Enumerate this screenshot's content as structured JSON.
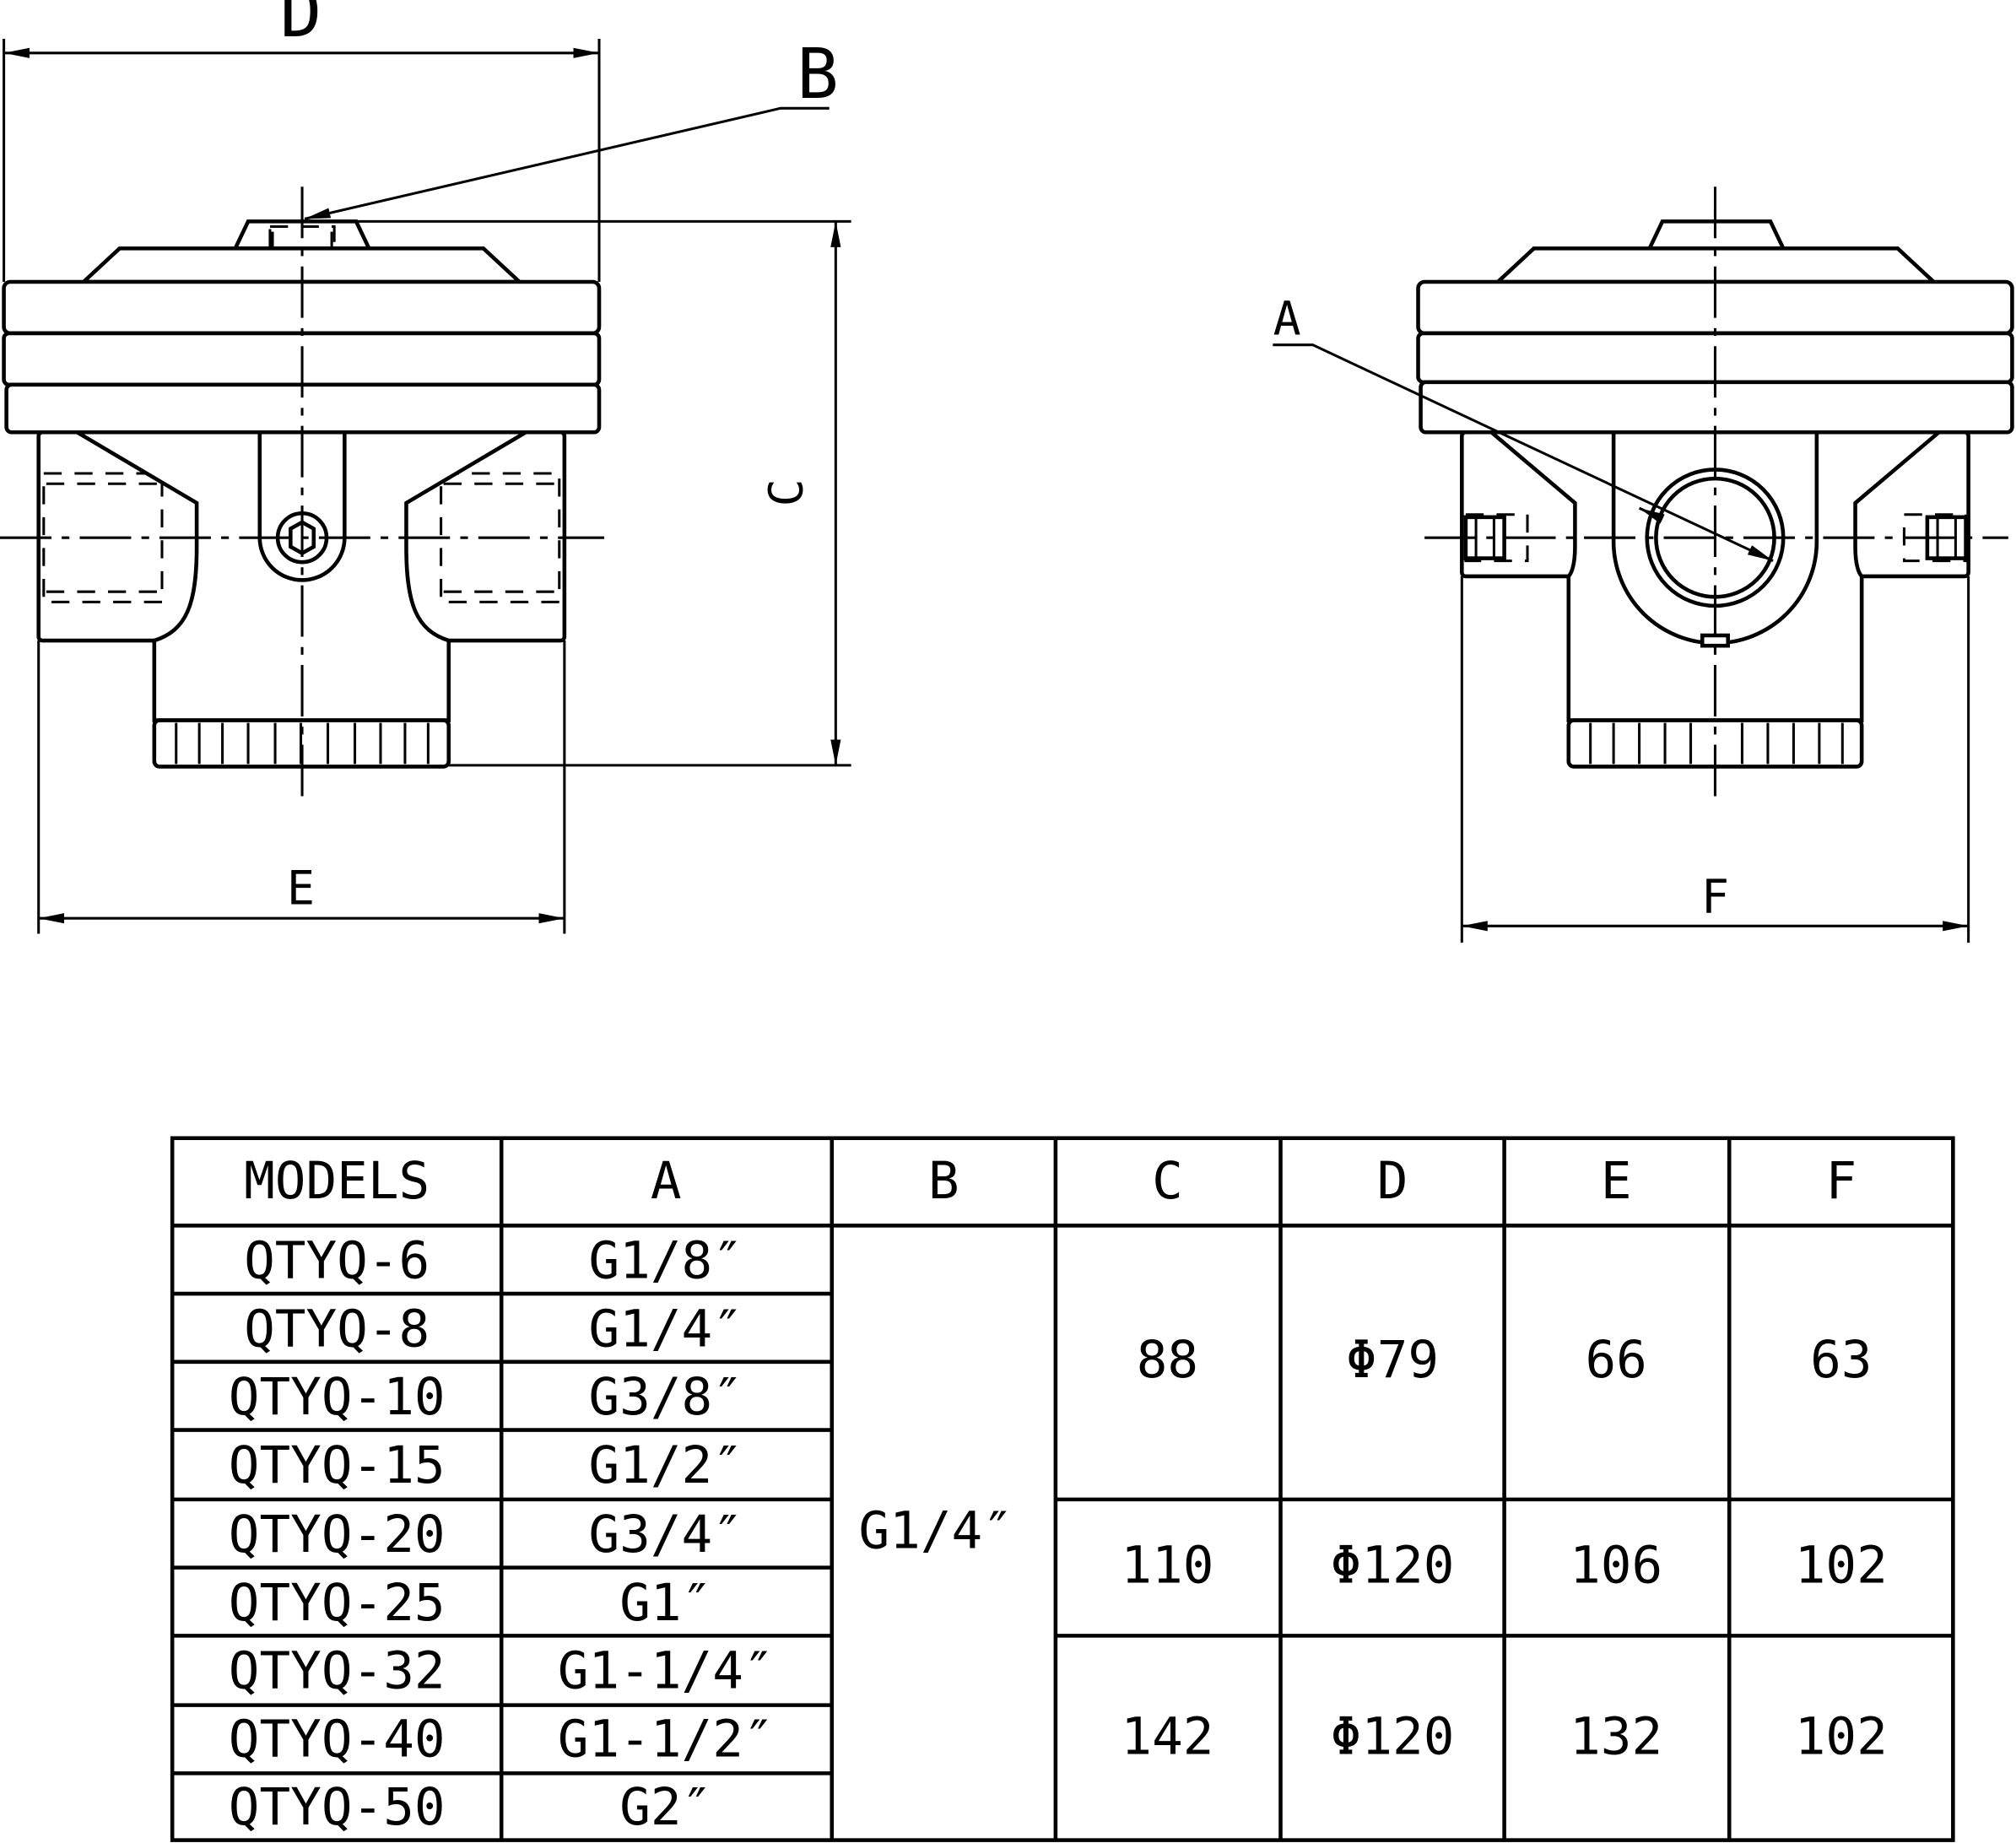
{
  "dimension_labels": {
    "A": "A",
    "B": "B",
    "C": "C",
    "D": "D",
    "E": "E",
    "F": "F"
  },
  "table": {
    "headers": [
      "MODELS",
      "A",
      "B",
      "C",
      "D",
      "E",
      "F"
    ],
    "models": [
      "QTYQ-6",
      "QTYQ-8",
      "QTYQ-10",
      "QTYQ-15",
      "QTYQ-20",
      "QTYQ-25",
      "QTYQ-32",
      "QTYQ-40",
      "QTYQ-50"
    ],
    "a_values": [
      "G1/8″",
      "G1/4″",
      "G3/8″",
      "G1/2″",
      "G3/4″",
      "G1″",
      "G1-1/4″",
      "G1-1/2″",
      "G2″"
    ],
    "b_value": "G1/4″",
    "groups": [
      {
        "c": "88",
        "d": "Φ79",
        "e": "66",
        "f": "63"
      },
      {
        "c": "110",
        "d": "Φ120",
        "e": "106",
        "f": "102"
      },
      {
        "c": "142",
        "d": "Φ120",
        "e": "132",
        "f": "102"
      }
    ]
  }
}
